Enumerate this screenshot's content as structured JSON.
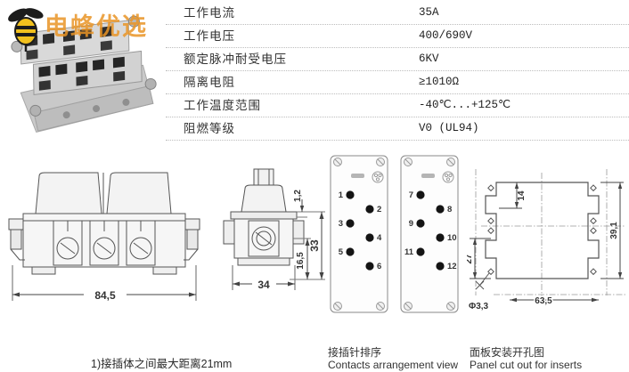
{
  "watermark": {
    "brand_text": "电蜂优选"
  },
  "spec_table": {
    "rows": [
      {
        "label": "工作电流",
        "value": "35A"
      },
      {
        "label": "工作电压",
        "value": "400/690V"
      },
      {
        "label": "额定脉冲耐受电压",
        "value": "6KV"
      },
      {
        "label": "隔离电阻",
        "value": "≥1010Ω"
      },
      {
        "label": "工作温度范围",
        "value": "-40℃...+125℃"
      },
      {
        "label": "阻燃等级",
        "value": "V0 (UL94)"
      }
    ]
  },
  "drawings": {
    "front_view": {
      "width_dim": "84,5"
    },
    "side_view": {
      "width_dim": "34",
      "height_dim": "33",
      "lower_dim": "16,5",
      "top_dim": "1,2"
    },
    "contact_view": {
      "caption_zh": "接插针排序",
      "caption_en": "Contacts arrangement view",
      "insert_a_pins": [
        "1",
        "2",
        "3",
        "4",
        "5",
        "6"
      ],
      "insert_b_pins": [
        "7",
        "8",
        "9",
        "10",
        "11",
        "12"
      ]
    },
    "panel_cutout": {
      "caption_zh": "面板安装开孔图",
      "caption_en": "Panel cut out for inserts",
      "width_dim": "63,5",
      "height_dim": "39,1",
      "pitch_dim": "27",
      "notch_dim": "14",
      "hole_dim": "Φ3,3"
    }
  },
  "footnote": "1)接插体之间最大距离21mm"
}
